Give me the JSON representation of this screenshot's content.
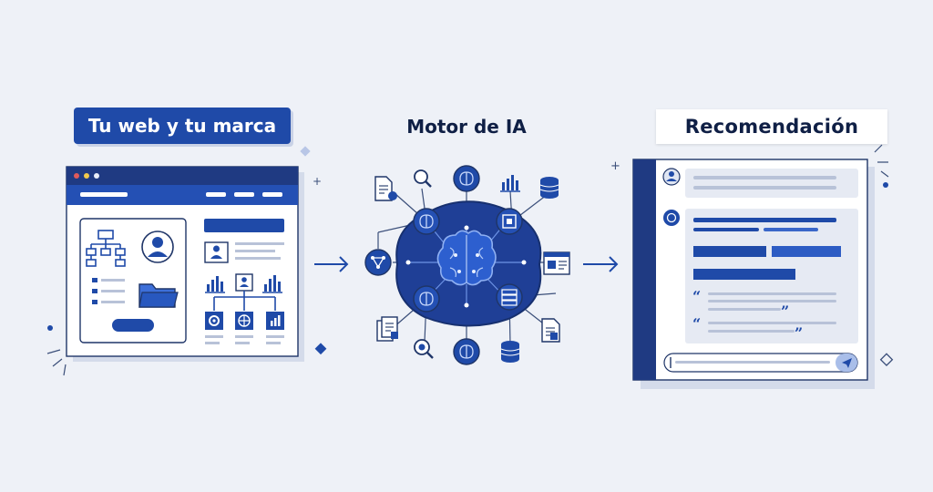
{
  "sections": {
    "website": {
      "title": "Tu web y tu marca"
    },
    "engine": {
      "title": "Motor de IA"
    },
    "recommendation": {
      "title": "Recomendación"
    }
  },
  "colors": {
    "background": "#eef1f7",
    "primary": "#1f4aa8",
    "primary_dark": "#173b8c",
    "accent": "#2f63d1",
    "text_dark": "#0f1f45",
    "panel_light": "#e4e9f4"
  },
  "icons": {
    "website": [
      "browser-window",
      "sitemap-icon",
      "user-avatar-icon",
      "folder-icon",
      "profile-card-icon",
      "bar-chart-icon",
      "gear-icon",
      "globe-icon"
    ],
    "engine": [
      "brain-icon",
      "chip-icon",
      "document-icon",
      "search-icon",
      "database-icon",
      "server-icon",
      "network-icon",
      "image-card-icon"
    ],
    "recommendation": [
      "chat-avatar-icon",
      "assistant-icon",
      "quote-icon",
      "send-icon",
      "sparkle-icon"
    ]
  }
}
